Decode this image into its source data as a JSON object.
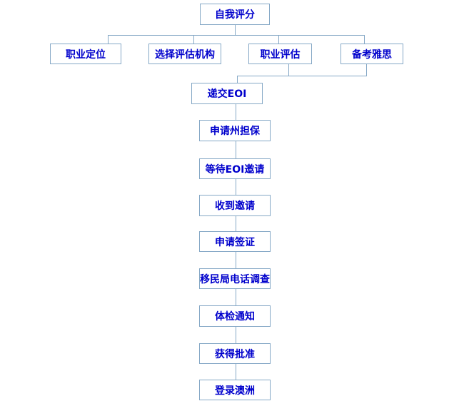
{
  "diagram": {
    "type": "flowchart",
    "orientation": "top-down",
    "colors": {
      "background": "#ffffff",
      "node_border": "#85a8c6",
      "node_fill": "#ffffff",
      "node_text": "#0000cc",
      "connector": "#85a8c6"
    },
    "nodes": [
      {
        "id": "self-score",
        "label": "自我评分"
      },
      {
        "id": "career-positioning",
        "label": "职业定位"
      },
      {
        "id": "choose-assessment-agency",
        "label": "选择评估机构"
      },
      {
        "id": "career-assessment",
        "label": "职业评估"
      },
      {
        "id": "ielts-preparation",
        "label": "备考雅思"
      },
      {
        "id": "submit-eoi",
        "label": "递交EOI"
      },
      {
        "id": "apply-state-sponsorship",
        "label": "申请州担保"
      },
      {
        "id": "wait-eoi-invitation",
        "label": "等待EOI邀请"
      },
      {
        "id": "receive-invitation",
        "label": "收到邀请"
      },
      {
        "id": "apply-visa",
        "label": "申请签证"
      },
      {
        "id": "immigration-phone-check",
        "label": "移民局电话调查"
      },
      {
        "id": "medical-exam-notice",
        "label": "体检通知"
      },
      {
        "id": "get-approval",
        "label": "获得批准"
      },
      {
        "id": "land-australia",
        "label": "登录澳洲"
      }
    ],
    "edges": [
      [
        "self-score",
        "career-positioning"
      ],
      [
        "self-score",
        "choose-assessment-agency"
      ],
      [
        "self-score",
        "career-assessment"
      ],
      [
        "self-score",
        "ielts-preparation"
      ],
      [
        "career-assessment",
        "submit-eoi"
      ],
      [
        "ielts-preparation",
        "submit-eoi"
      ],
      [
        "submit-eoi",
        "apply-state-sponsorship"
      ],
      [
        "apply-state-sponsorship",
        "wait-eoi-invitation"
      ],
      [
        "wait-eoi-invitation",
        "receive-invitation"
      ],
      [
        "receive-invitation",
        "apply-visa"
      ],
      [
        "apply-visa",
        "immigration-phone-check"
      ],
      [
        "immigration-phone-check",
        "medical-exam-notice"
      ],
      [
        "medical-exam-notice",
        "get-approval"
      ],
      [
        "get-approval",
        "land-australia"
      ]
    ]
  }
}
